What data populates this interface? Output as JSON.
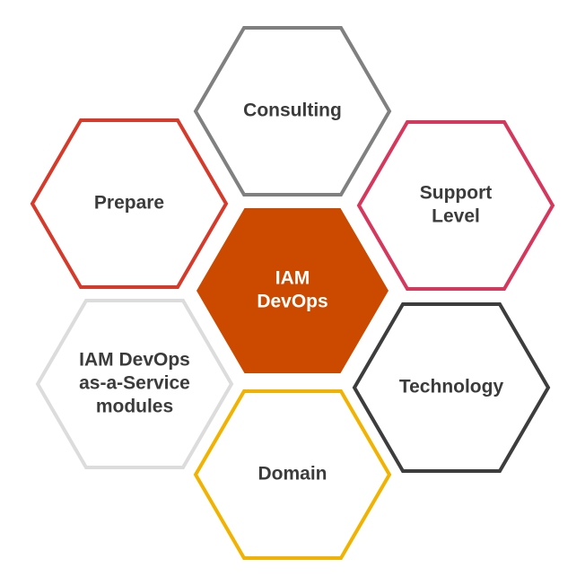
{
  "center": {
    "lines": [
      "IAM",
      "DevOps"
    ],
    "fill_color": "#cc4a00",
    "text_color": "#ffffff"
  },
  "modules": [
    {
      "key": "consulting",
      "lines": [
        "Consulting"
      ],
      "stroke_color": "#808080"
    },
    {
      "key": "support-level",
      "lines": [
        "Support",
        "Level"
      ],
      "stroke_color": "#d6375c"
    },
    {
      "key": "technology",
      "lines": [
        "Technology"
      ],
      "stroke_color": "#3d3d3d"
    },
    {
      "key": "domain",
      "lines": [
        "Domain"
      ],
      "stroke_color": "#f2b300"
    },
    {
      "key": "iam-devops-as-a-service-modules",
      "lines": [
        "IAM DevOps",
        "as-a-Service",
        "modules"
      ],
      "stroke_color": "#dcdcdc"
    },
    {
      "key": "prepare",
      "lines": [
        "Prepare"
      ],
      "stroke_color": "#d63a2a"
    }
  ],
  "label_color": "#3b3b3b"
}
